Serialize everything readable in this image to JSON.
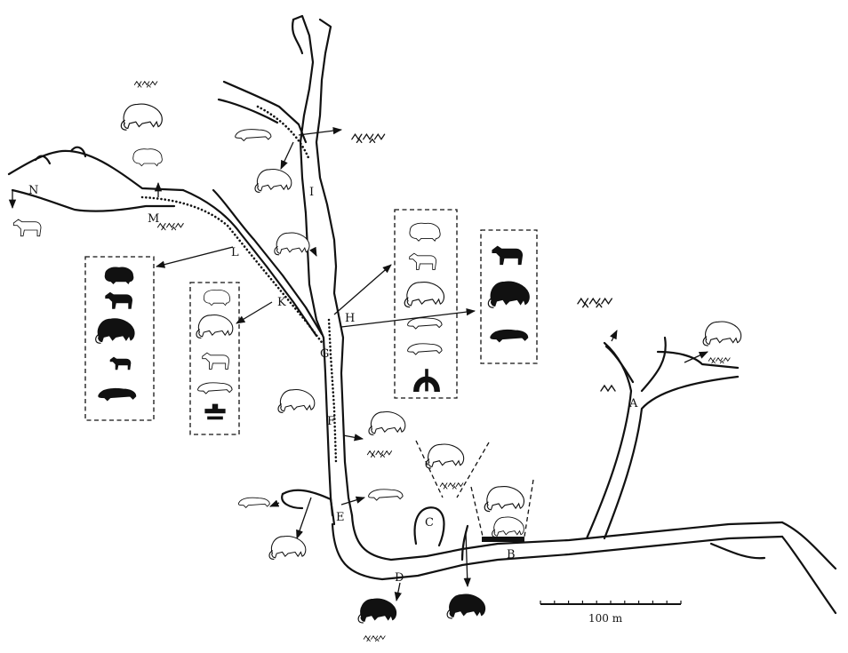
{
  "map": {
    "point_labels": [
      "A",
      "B",
      "C",
      "D",
      "E",
      "F",
      "G",
      "H",
      "I",
      "K",
      "L",
      "M",
      "N"
    ],
    "scale": {
      "label": "100 m"
    }
  }
}
